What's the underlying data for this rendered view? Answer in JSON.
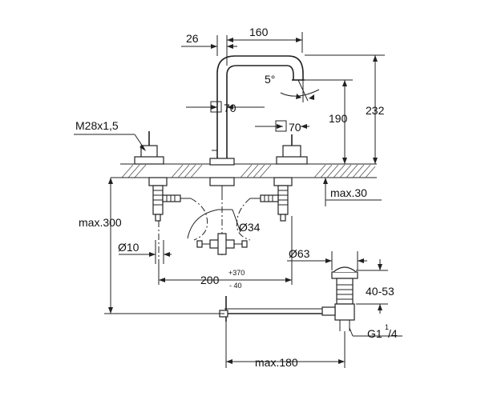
{
  "labels": {
    "d26": "26",
    "d160": "160",
    "d5": "5°",
    "d190": "190",
    "d232": "232",
    "d70a": "70",
    "d70b": "70",
    "thread": "M28x1,5",
    "maxThirty": "max.30",
    "maxThreeHundred": "max.300",
    "dia34": "Ø34",
    "dia10": "Ø10",
    "dia63": "Ø63",
    "d200": "200",
    "tolPlus": "+370",
    "tolMinus": "- 40",
    "range4053": "40-53",
    "g1": "G1",
    "g1sup": "1",
    "g1sub": "/4",
    "max180": "max.180"
  },
  "icons": [
    "square-symbol",
    "diameter-symbol",
    "degree-symbol"
  ]
}
